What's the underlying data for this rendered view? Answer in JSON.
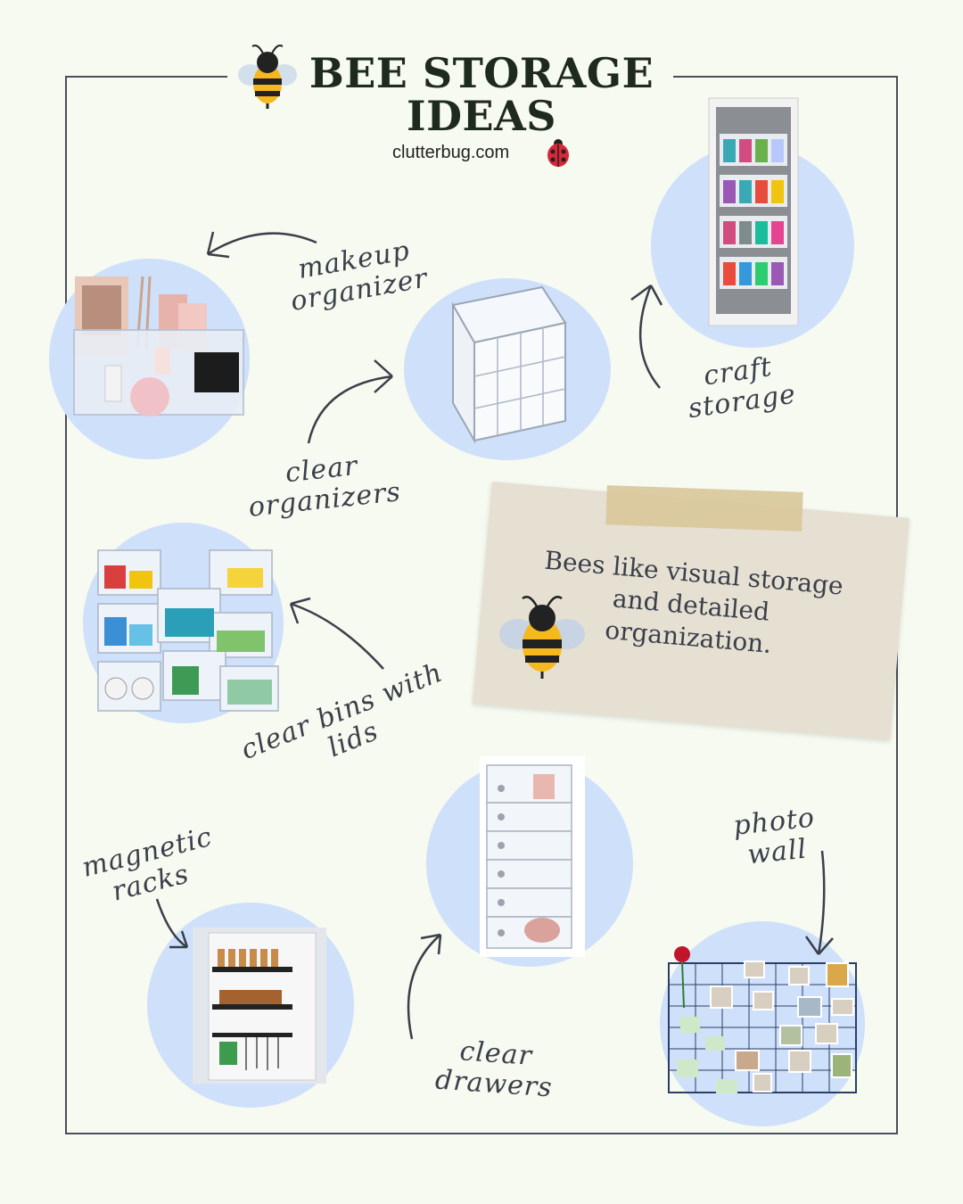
{
  "header": {
    "title_line1": "BEE STORAGE",
    "title_line2": "IDEAS",
    "site": "clutterbug.com"
  },
  "labels": {
    "makeup": [
      "makeup",
      "organizer"
    ],
    "craft": [
      "craft",
      "storage"
    ],
    "clear_org": [
      "clear",
      "organizers"
    ],
    "bins": "clear bins with lids",
    "magnetic": [
      "magnetic",
      "racks"
    ],
    "drawers": "clear drawers",
    "photo": "photo wall"
  },
  "note": {
    "text": "Bees like visual storage and detailed organization."
  },
  "icons": {
    "bee": "bee-icon",
    "ladybug": "ladybug-icon"
  },
  "colors": {
    "background": "#f6faf0",
    "circle": "#cfe0fb",
    "ink": "#3a3f4a",
    "bee_yellow": "#f5b81f"
  }
}
